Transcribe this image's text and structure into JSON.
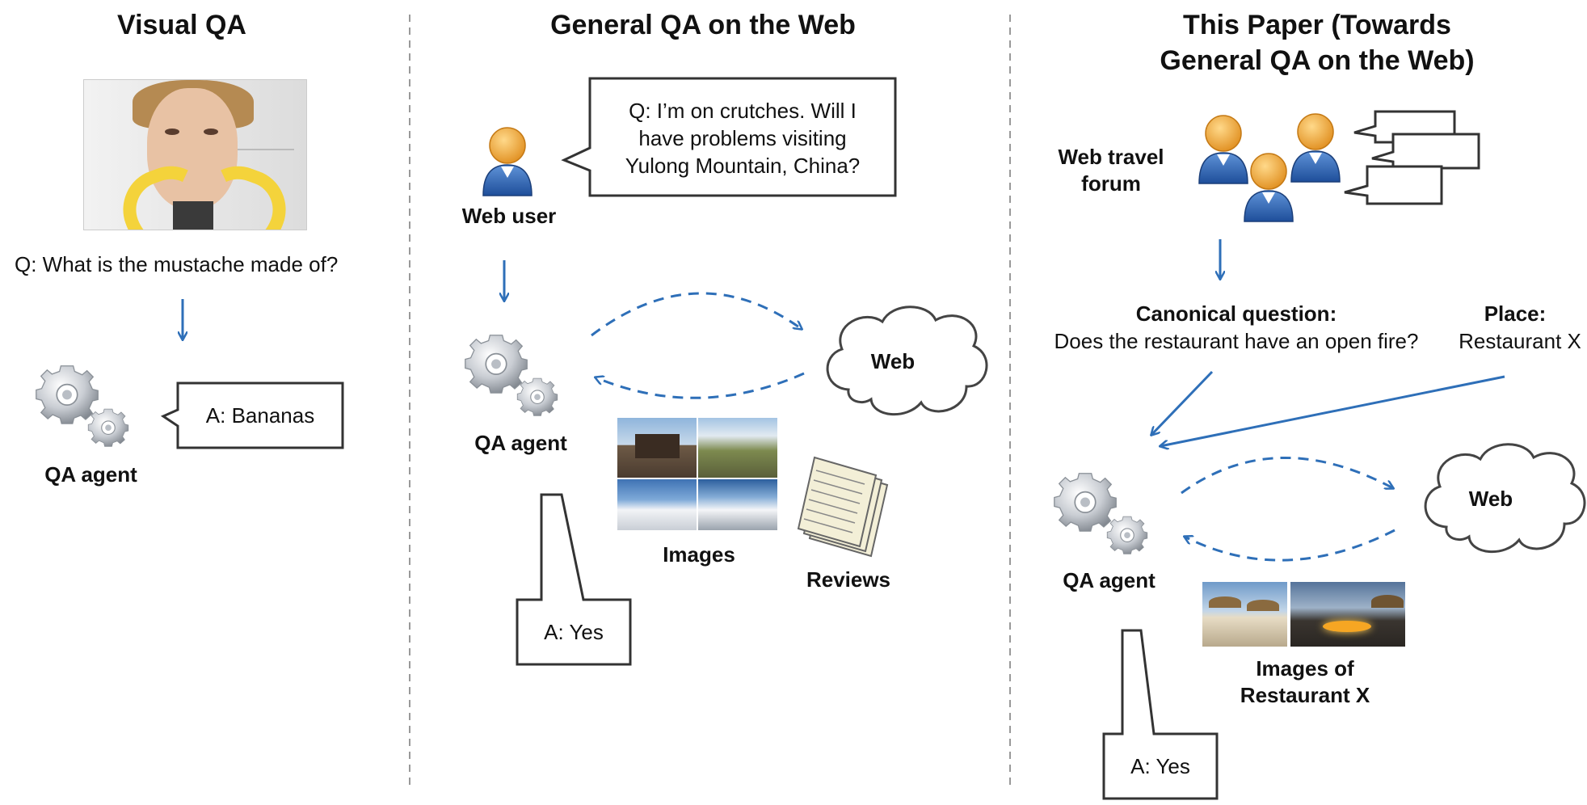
{
  "panels": [
    {
      "title": "Visual QA",
      "question": "Q: What is the mustache made of?",
      "agent_label": "QA agent",
      "answer": "A: Bananas"
    },
    {
      "title": "General QA on the Web",
      "question_lines": [
        "Q: I’m on crutches. Will I",
        "have problems visiting",
        "Yulong Mountain, China?"
      ],
      "user_label": "Web user",
      "agent_label": "QA agent",
      "cloud_label": "Web",
      "images_label": "Images",
      "reviews_label": "Reviews",
      "answer": "A: Yes"
    },
    {
      "title_lines": [
        "This Paper (Towards",
        "General QA on the Web)"
      ],
      "forum_label_lines": [
        "Web travel",
        "forum"
      ],
      "canonical_heading": "Canonical question:",
      "canonical_text": "Does the restaurant have an open fire?",
      "place_heading": "Place:",
      "place_text": "Restaurant X",
      "agent_label": "QA agent",
      "cloud_label": "Web",
      "images_label_lines": [
        "Images of",
        "Restaurant X"
      ],
      "answer": "A: Yes"
    }
  ],
  "colors": {
    "arrow": "#2e6fb8",
    "outline": "#333333",
    "person_body": "#2f64b0",
    "person_head": "#f2a53a",
    "gear": "#c8ccd2",
    "paper": "#f3efd7"
  },
  "icons": [
    "gears-icon",
    "person-icon",
    "cloud-icon",
    "speech-bubble-icon",
    "documents-icon",
    "chat-stack-icon",
    "photo-icon"
  ]
}
